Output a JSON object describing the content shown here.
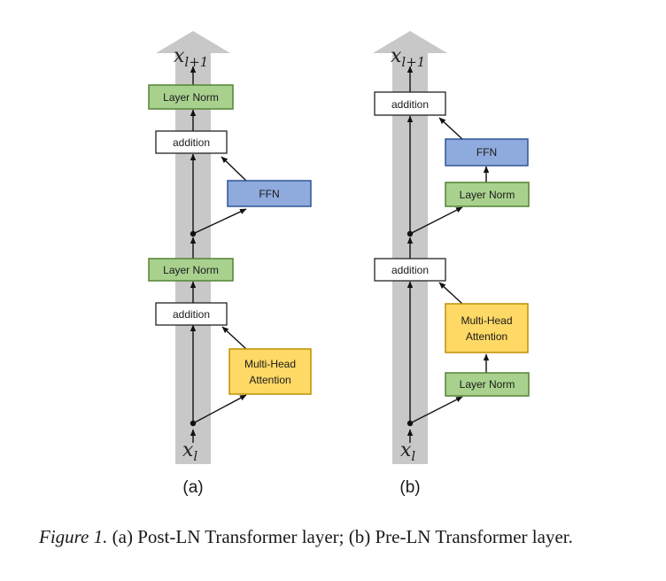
{
  "panels": [
    {
      "id": "a",
      "label": "(a)",
      "input_var": {
        "base": "x",
        "sub": "l"
      },
      "output_var": {
        "base": "x",
        "sub": "l+1"
      },
      "blocks": {
        "ln_top": "Layer Norm",
        "add_top": "addition",
        "ffn": "FFN",
        "ln_mid": "Layer Norm",
        "add_low": "addition",
        "mha_line1": "Multi-Head",
        "mha_line2": "Attention"
      }
    },
    {
      "id": "b",
      "label": "(b)",
      "input_var": {
        "base": "x",
        "sub": "l"
      },
      "output_var": {
        "base": "x",
        "sub": "l+1"
      },
      "blocks": {
        "add_top": "addition",
        "ffn": "FFN",
        "ln_ffn": "Layer Norm",
        "add_mid": "addition",
        "mha_line1": "Multi-Head",
        "mha_line2": "Attention",
        "ln_mha": "Layer Norm"
      }
    }
  ],
  "colors": {
    "spine": "#c8c8c8",
    "layer_norm_fill": "#a9d18e",
    "layer_norm_stroke": "#548235",
    "ffn_fill": "#8faadc",
    "ffn_stroke": "#2f5597",
    "attention_fill": "#ffd966",
    "attention_stroke": "#bf9000",
    "addition_fill": "#ffffff",
    "addition_stroke": "#222222",
    "arrow": "#111111"
  },
  "caption": {
    "figure_label": "Figure 1.",
    "text": " (a) Post-LN Transformer layer; (b) Pre-LN Transformer layer."
  }
}
